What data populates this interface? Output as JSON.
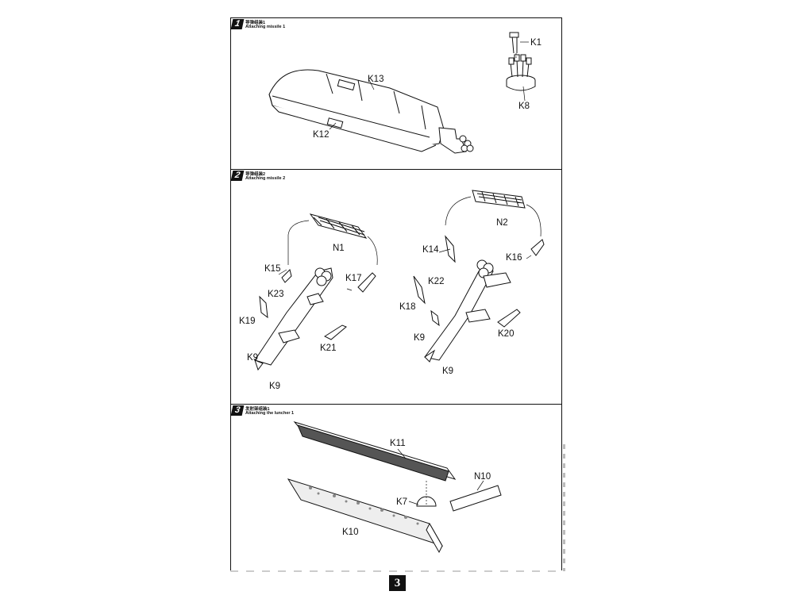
{
  "steps": [
    {
      "number": "1",
      "title_cn": "导弹组装1",
      "title_en": "Attaching missile 1"
    },
    {
      "number": "2",
      "title_cn": "导弹组装2",
      "title_en": "Attaching missile 2"
    },
    {
      "number": "3",
      "title_cn": "发射架组装1",
      "title_en": "Attaching the luncher 1"
    }
  ],
  "parts": {
    "step1": {
      "k1": "K1",
      "k8": "K8",
      "k12": "K12",
      "k13": "K13"
    },
    "step2": {
      "n1": "N1",
      "n2": "N2",
      "k9a": "K9",
      "k9b": "K9",
      "k9c": "K9",
      "k9d": "K9",
      "k14": "K14",
      "k15": "K15",
      "k16": "K16",
      "k17": "K17",
      "k18": "K18",
      "k19": "K19",
      "k20": "K20",
      "k21": "K21",
      "k22": "K22",
      "k23": "K23"
    },
    "step3": {
      "k7": "K7",
      "k10": "K10",
      "k11": "K11",
      "n10": "N10"
    }
  },
  "page_number": "3"
}
